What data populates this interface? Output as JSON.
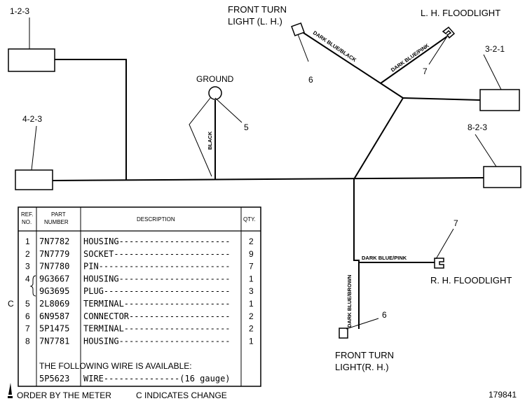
{
  "connectors": {
    "c123": "1-2-3",
    "c423": "4-2-3",
    "c321": "3-2-1",
    "c823": "8-2-3"
  },
  "labels": {
    "ground": "GROUND",
    "front_turn_lh_1": "FRONT TURN",
    "front_turn_lh_2": "LIGHT (L. H.)",
    "lh_floodlight": "L. H. FLOODLIGHT",
    "rh_floodlight": "R. H. FLOODLIGHT",
    "front_turn_rh_1": "FRONT TURN",
    "front_turn_rh_2": "LIGHT(R. H.)",
    "callout_5": "5",
    "callout_6_top": "6",
    "callout_7_top": "7",
    "callout_7_right": "7",
    "callout_6_bottom": "6"
  },
  "wires": {
    "black": "BLACK",
    "dark_blue_black": "DARK BLUE/BLACK",
    "dark_blue_pink_top": "DARK BLUE/PINK",
    "dark_blue_pink_right": "DARK BLUE/PINK",
    "dark_blue_brown": "DARK BLUE/BROWN"
  },
  "table": {
    "headers": {
      "ref_1": "REF.",
      "ref_2": "NO.",
      "part_1": "PART",
      "part_2": "NUMBER",
      "description": "DESCRIPTION",
      "qty": "QTY."
    },
    "rows": [
      {
        "mark": "",
        "ref": "1",
        "part": "7N7782",
        "desc": "HOUSING----------------------",
        "qty": "2"
      },
      {
        "mark": "",
        "ref": "2",
        "part": "7N7779",
        "desc": "SOCKET-----------------------",
        "qty": "9"
      },
      {
        "mark": "",
        "ref": "3",
        "part": "7N7780",
        "desc": "PIN--------------------------",
        "qty": "7"
      },
      {
        "mark": "",
        "ref": "4",
        "part": "9G3667",
        "desc": "HOUSING----------------------",
        "qty": "1"
      },
      {
        "mark": "",
        "ref": "",
        "part": "9G3695",
        "desc": "PLUG-------------------------",
        "qty": "3"
      },
      {
        "mark": "C",
        "ref": "5",
        "part": "2L8069",
        "desc": "TERMINAL---------------------",
        "qty": "1"
      },
      {
        "mark": "",
        "ref": "6",
        "part": "6N9587",
        "desc": "CONNECTOR--------------------",
        "qty": "2"
      },
      {
        "mark": "",
        "ref": "7",
        "part": "5P1475",
        "desc": "TERMINAL---------------------",
        "qty": "2"
      },
      {
        "mark": "",
        "ref": "8",
        "part": "7N7781",
        "desc": "HOUSING----------------------",
        "qty": "1"
      }
    ],
    "footnote_line": "THE FOLLOWING WIRE IS  AVAILABLE:",
    "wire_part": "5P5623",
    "wire_desc": "WIRE---------------(16 gauge)"
  },
  "footer": {
    "order_by_meter": "ORDER BY THE METER",
    "c_indicates": "C INDICATES CHANGE",
    "figure_number": "179841"
  }
}
